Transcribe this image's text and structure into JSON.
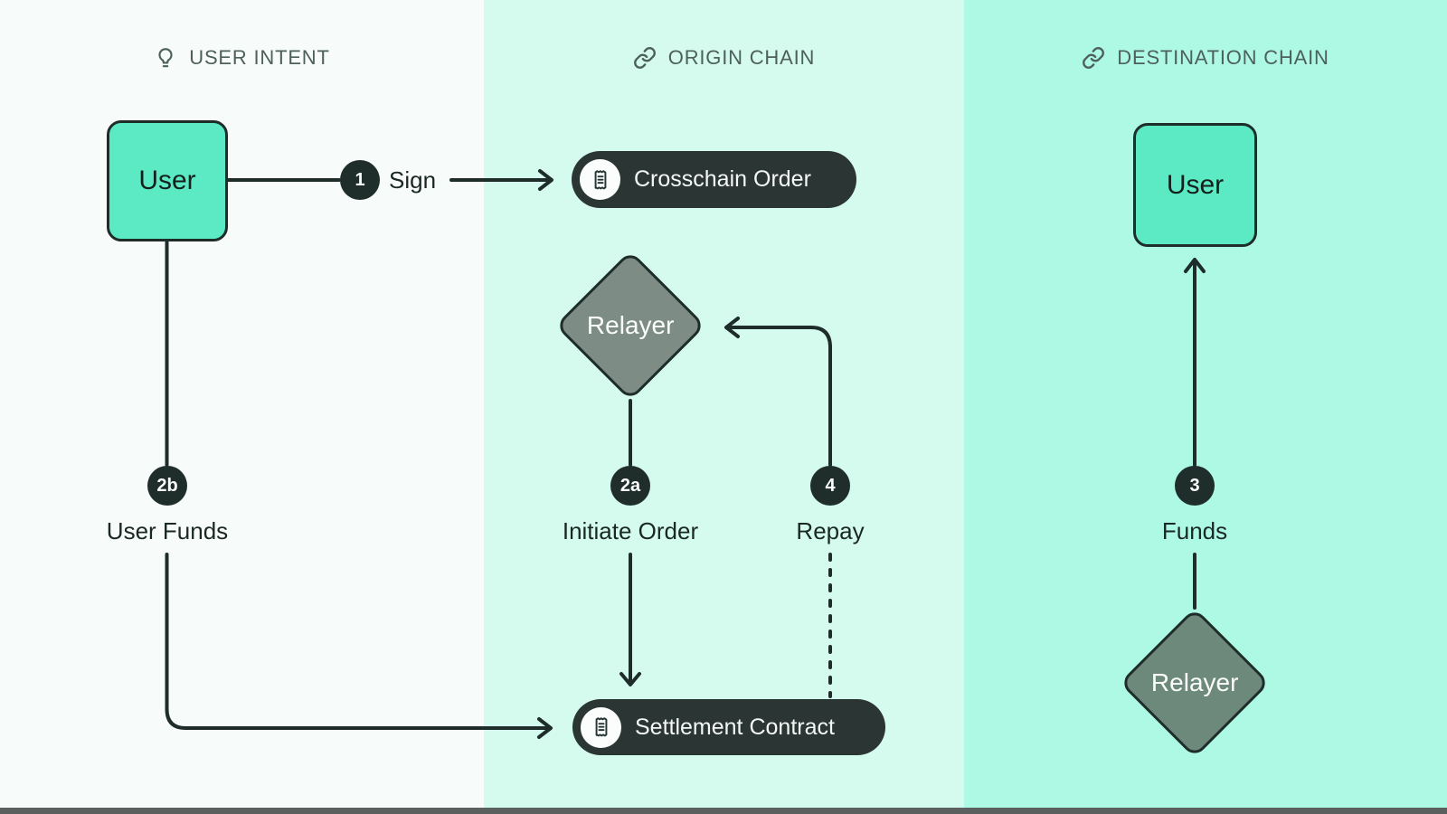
{
  "columns": [
    {
      "title": "USER INTENT",
      "icon": "lightbulb-icon",
      "bg": "#F7FBFA"
    },
    {
      "title": "ORIGIN CHAIN",
      "icon": "link-icon",
      "bg": "#D5FBEF"
    },
    {
      "title": "DESTINATION CHAIN",
      "icon": "link-icon",
      "bg": "#AEF9E4"
    }
  ],
  "nodes": {
    "user_origin": {
      "label": "User",
      "fill": "#5CEAC4"
    },
    "crosschain_order": {
      "label": "Crosschain Order",
      "fill": "#2B3634",
      "icon": "receipt-icon"
    },
    "relayer_origin": {
      "label": "Relayer",
      "fill": "#7D8C85"
    },
    "settlement_contract": {
      "label": "Settlement Contract",
      "fill": "#2B3634",
      "icon": "receipt-icon"
    },
    "user_destination": {
      "label": "User",
      "fill": "#5CEAC4"
    },
    "relayer_destination": {
      "label": "Relayer",
      "fill": "#6D897B"
    }
  },
  "steps": {
    "sign": {
      "badge": "1",
      "label": "Sign"
    },
    "user_funds": {
      "badge": "2b",
      "label": "User Funds"
    },
    "initiate_order": {
      "badge": "2a",
      "label": "Initiate Order"
    },
    "repay": {
      "badge": "4",
      "label": "Repay"
    },
    "funds": {
      "badge": "3",
      "label": "Funds"
    }
  },
  "colors": {
    "line": "#1E2D2A",
    "badge_bg": "#1F2E2B",
    "node_border": "#1E2D2A",
    "header_text": "#4E605B",
    "label_text": "#1A2823",
    "pill_text": "#F3F7F5"
  }
}
